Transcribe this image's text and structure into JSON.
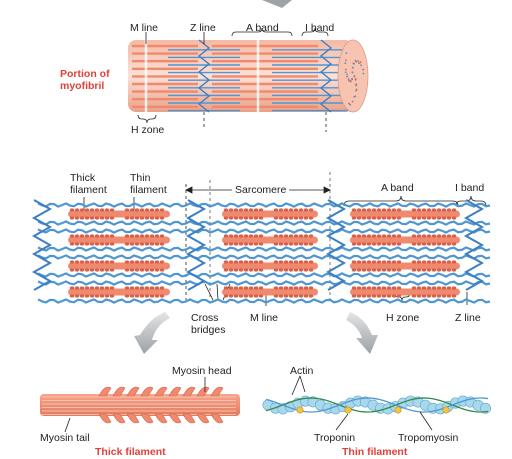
{
  "labels": {
    "portion_of_myofibril": [
      "Portion of",
      "myofibril"
    ],
    "m_line_top": "M line",
    "z_line_top": "Z line",
    "a_band_top": "A band",
    "i_band_top": "I band",
    "h_zone_top": "H zone",
    "thick_filament_label": [
      "Thick",
      "filament"
    ],
    "thin_filament_label": [
      "Thin",
      "filament"
    ],
    "sarcomere": "Sarcomere",
    "a_band_mid": "A band",
    "i_band_mid": "I band",
    "cross_bridges": [
      "Cross",
      "bridges"
    ],
    "m_line_mid": "M line",
    "h_zone_mid": "H zone",
    "z_line_mid": "Z line",
    "myosin_head": "Myosin head",
    "myosin_tail": "Myosin tail",
    "thick_filament_caption": "Thick filament",
    "actin": "Actin",
    "troponin": "Troponin",
    "tropomyosin": "Tropomyosin",
    "thin_filament_caption": "Thin filament"
  },
  "colors": {
    "thick": "#f08a6e",
    "thick_dark": "#d8604a",
    "thin": "#4f97d3",
    "zline": "#3d7fc0",
    "caption_red": "#e0403a",
    "arrow_gray": "#a9adb1",
    "actin_bead": "#a9d8ec",
    "troponin": "#f3c34a"
  }
}
